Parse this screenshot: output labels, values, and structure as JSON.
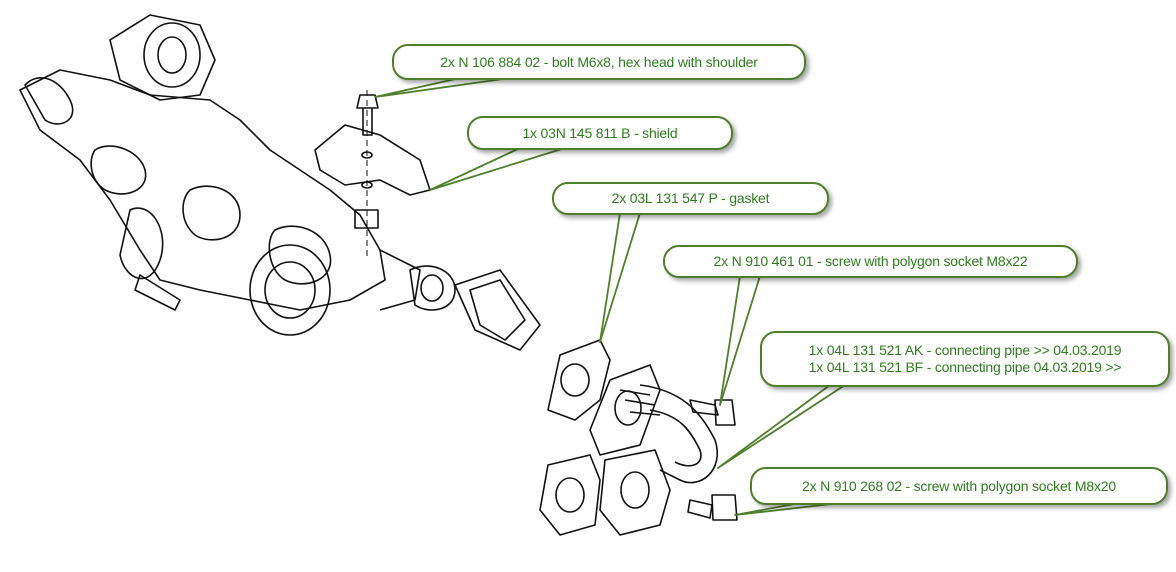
{
  "colors": {
    "callout_border": "#4f7f2c",
    "callout_text": "#2f7d1f",
    "drawing": "#111111"
  },
  "callouts": [
    {
      "lines": [
        "2x N 106 884 02 - bolt M6x8, hex head with shoulder"
      ]
    },
    {
      "lines": [
        "1x 03N 145 811 B - shield"
      ]
    },
    {
      "lines": [
        "2x 03L 131 547 P - gasket"
      ]
    },
    {
      "lines": [
        "2x N 910 461 01 - screw with polygon socket M8x22"
      ]
    },
    {
      "lines": [
        "1x 04L 131 521 AK - connecting pipe >> 04.03.2019",
        "1x 04L 131 521 BF - connecting pipe 04.03.2019 >>"
      ]
    },
    {
      "lines": [
        "2x N 910 268 02 - screw with polygon socket M8x20"
      ]
    }
  ]
}
